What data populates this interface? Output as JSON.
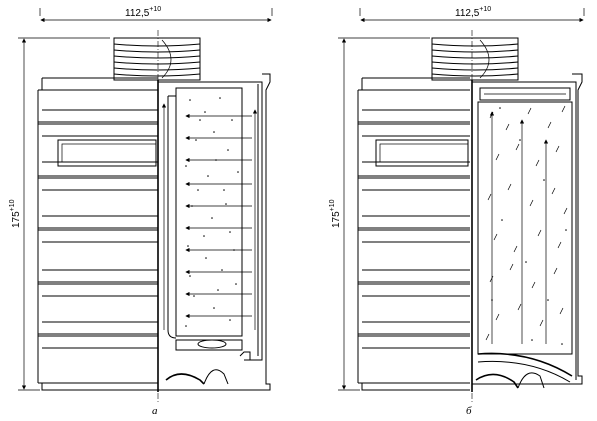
{
  "views": [
    {
      "caption": "а",
      "width_dim": {
        "value": "112,5",
        "tolerance": "+10"
      },
      "height_dim": {
        "value": "175",
        "tolerance": "+10"
      }
    },
    {
      "caption": "б",
      "width_dim": {
        "value": "112,5",
        "tolerance": "+10"
      },
      "height_dim": {
        "value": "175",
        "tolerance": "+10"
      }
    }
  ]
}
